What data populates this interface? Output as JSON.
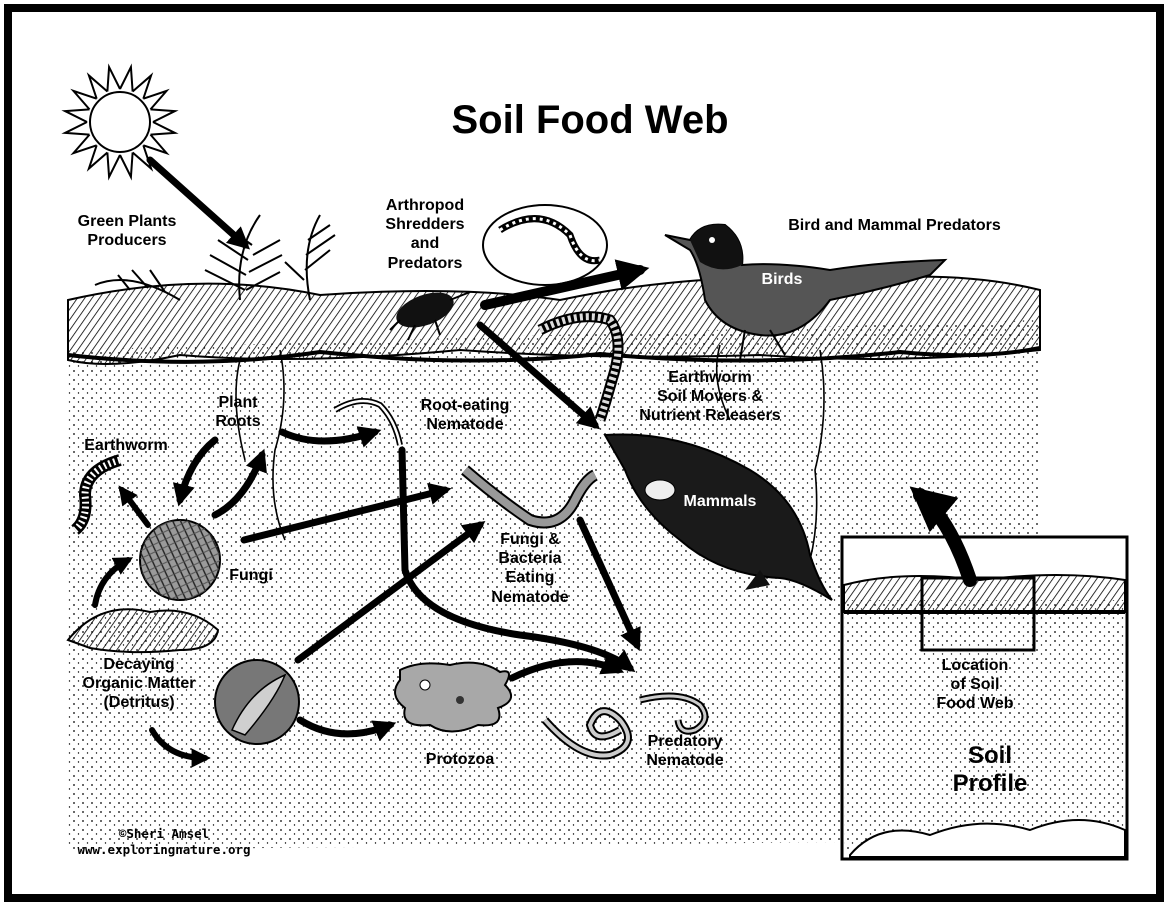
{
  "title": "Soil Food Web",
  "labels": {
    "producers": "Green Plants\nProducers",
    "arthropods": "Arthropod\nShredders\nand\nPredators",
    "bird_mammal_predators": "Bird and Mammal Predators",
    "birds": "Birds",
    "earthworm_movers": "Earthworm\nSoil Movers &\nNutrient Releasers",
    "mammals": "Mammals",
    "plant_roots": "Plant\nRoots",
    "root_nematode": "Root-eating\nNematode",
    "earthworm": "Earthworm",
    "fungi": "Fungi",
    "fb_nematode": "Fungi &\nBacteria\nEating\nNematode",
    "detritus": "Decaying\nOrganic Matter\n(Detritus)",
    "protozoa": "Protozoa",
    "predatory_nematode": "Predatory\nNematode",
    "location": "Location\nof Soil\nFood Web",
    "soil_profile": "Soil\nProfile"
  },
  "credit": {
    "author": "©Sheri Amsel",
    "url": "www.exploringnature.org"
  }
}
